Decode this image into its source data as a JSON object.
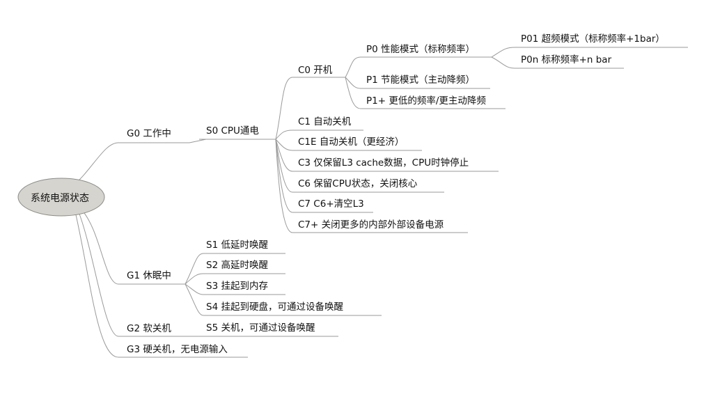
{
  "root": "系统电源状态",
  "nodes": {
    "g0": "G0 工作中",
    "s0": "S0 CPU通电",
    "c0": "C0 开机",
    "p0": "P0 性能模式（标称频率）",
    "p01": "P01 超频模式（标称频率+1bar）",
    "p0n": "P0n 标称频率+n bar",
    "p1": "P1 节能模式（主动降频）",
    "p1plus": "P1+ 更低的频率/更主动降频",
    "c1": "C1 自动关机",
    "c1e": "C1E 自动关机（更经济）",
    "c3": "C3 仅保留L3 cache数据，CPU时钟停止",
    "c6": "C6 保留CPU状态，关闭核心",
    "c7": "C7 C6+清空L3",
    "c7plus": "C7+ 关闭更多的内部外部设备电源",
    "g1": "G1 休眠中",
    "s1": "S1 低延时唤醒",
    "s2": "S2 高延时唤醒",
    "s3": "S3 挂起到内存",
    "s4": "S4 挂起到硬盘，可通过设备唤醒",
    "g2": "G2 软关机",
    "s5": "S5 关机，可通过设备唤醒",
    "g3": "G3 硬关机，无电源输入"
  },
  "colors": {
    "line": "#9a9a9a",
    "root_fill": "#d6d4ce",
    "root_stroke": "#8a8a86",
    "text": "#111111"
  }
}
